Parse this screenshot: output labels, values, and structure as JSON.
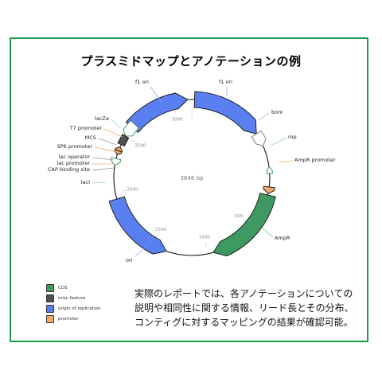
{
  "title": "プラスミドマップとアノテーションの例",
  "total_length": "3646 bp",
  "colors": {
    "border": "#1f9a4d",
    "cds": "#3e9a62",
    "misc_feature": "#505050",
    "origin_of_replication": "#5a7ff0",
    "promoter": "#f4a866"
  },
  "tick_labels": [
    "500",
    "1000",
    "1500",
    "2000",
    "2500",
    "3000"
  ],
  "feature_labels": [
    "f1 ori",
    "f1 ori",
    "bom",
    "rop",
    "AmpR promoter",
    "AmpR",
    "ori",
    "lacZα",
    "T7 promoter",
    "MCS",
    "SP6 promoter",
    "lac operator",
    "lac promoter",
    "CAP binding site",
    "lacI"
  ],
  "legend": [
    {
      "label": "CDS",
      "color": "#3e9a62"
    },
    {
      "label": "misc feature",
      "color": "#505050"
    },
    {
      "label": "origin of replication",
      "color": "#5a7ff0"
    },
    {
      "label": "promoter",
      "color": "#f4a866"
    }
  ],
  "note_lines": [
    "実際のレポートでは、各アノテーションについての",
    "説明や相同性に関する情報、リード長とその分布、",
    "コンティグに対するマッピングの結果が確認可能。"
  ]
}
